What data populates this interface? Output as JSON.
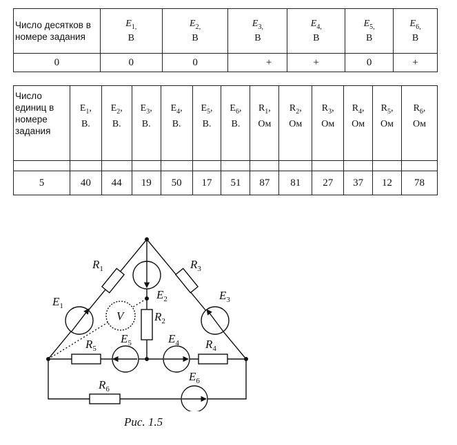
{
  "table1": {
    "header_label": "Число десятков в номере задания",
    "emf": [
      {
        "sym": "E",
        "sub": "1,",
        "unit": "В"
      },
      {
        "sym": "E",
        "sub": "2,",
        "unit": "В"
      },
      {
        "sym": "E",
        "sub": "3,",
        "unit": "В"
      },
      {
        "sym": "E",
        "sub": "4,",
        "unit": "В"
      },
      {
        "sym": "E",
        "sub": "5,",
        "unit": "В"
      },
      {
        "sym": "E",
        "sub": "6,",
        "unit": "В"
      }
    ],
    "row": [
      "0",
      "0",
      "0",
      "+",
      "+",
      "0",
      "+"
    ]
  },
  "table2": {
    "header_label": "Число единиц в номере задания",
    "cols": [
      {
        "sym": "E",
        "sub": "1",
        "unit": "В."
      },
      {
        "sym": "E",
        "sub": "2",
        "unit": "В."
      },
      {
        "sym": "E",
        "sub": "3",
        "unit": "В."
      },
      {
        "sym": "E",
        "sub": "4",
        "unit": "В."
      },
      {
        "sym": "E",
        "sub": "5",
        "unit": "В."
      },
      {
        "sym": "E",
        "sub": "6",
        "unit": "В."
      },
      {
        "sym": "R",
        "sub": "1",
        "unit": "Ом"
      },
      {
        "sym": "R",
        "sub": "2",
        "unit": "Ом"
      },
      {
        "sym": "R",
        "sub": "3",
        "unit": "Ом"
      },
      {
        "sym": "R",
        "sub": "4",
        "unit": "Ом"
      },
      {
        "sym": "R",
        "sub": "5",
        "unit": "Ом"
      },
      {
        "sym": "R",
        "sub": "6",
        "unit": "Ом"
      }
    ],
    "row": [
      "5",
      "40",
      "44",
      "19",
      "50",
      "17",
      "51",
      "87",
      "81",
      "27",
      "37",
      "12",
      "78"
    ]
  },
  "figure": {
    "labels": {
      "R1": "R",
      "R2": "R",
      "R3": "R",
      "R4": "R",
      "R5": "R",
      "R6": "R",
      "E1": "E",
      "E2": "E",
      "E3": "E",
      "E4": "E",
      "E5": "E",
      "E6": "E",
      "V": "V"
    },
    "caption": "Рис. 1.5"
  }
}
